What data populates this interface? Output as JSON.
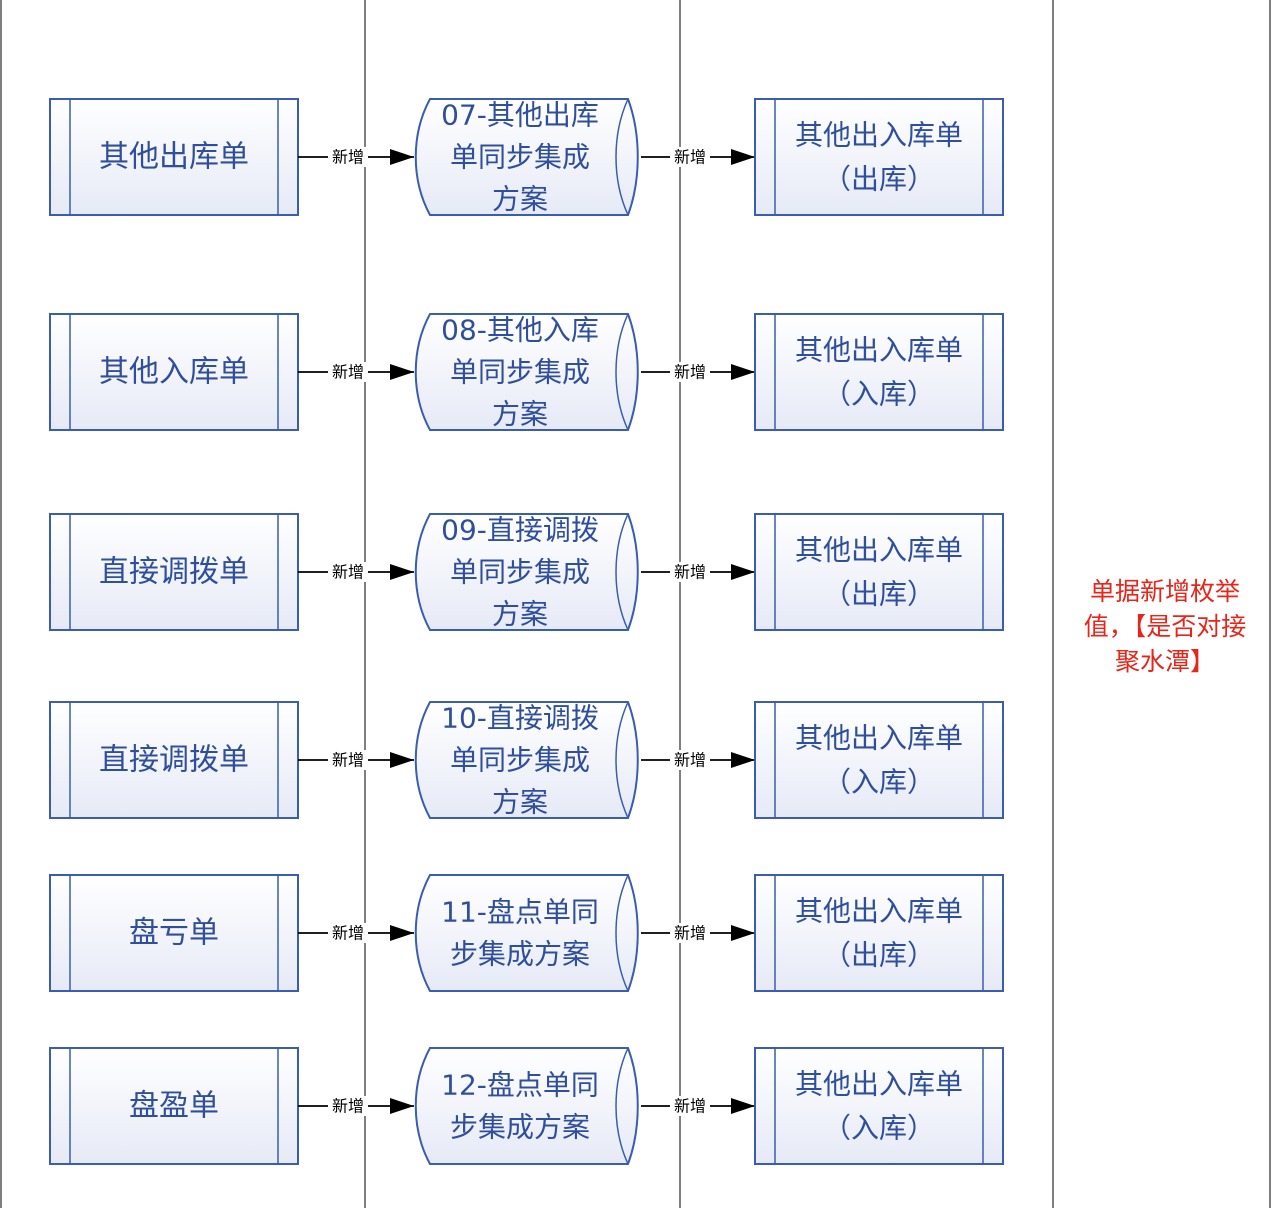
{
  "rows": [
    {
      "source": "其他出库单",
      "arrow1_label": "新增",
      "scheme_lines": [
        "07-其他出库",
        "单同步集成",
        "方案"
      ],
      "arrow2_label": "新增",
      "target_lines": [
        "其他出入库单",
        "（出库）"
      ]
    },
    {
      "source": "其他入库单",
      "arrow1_label": "新增",
      "scheme_lines": [
        "08-其他入库",
        "单同步集成",
        "方案"
      ],
      "arrow2_label": "新增",
      "target_lines": [
        "其他出入库单",
        "（入库）"
      ]
    },
    {
      "source": "直接调拨单",
      "arrow1_label": "新增",
      "scheme_lines": [
        "09-直接调拨",
        "单同步集成",
        "方案"
      ],
      "arrow2_label": "新增",
      "target_lines": [
        "其他出入库单",
        "（出库）"
      ]
    },
    {
      "source": "直接调拨单",
      "arrow1_label": "新增",
      "scheme_lines": [
        "10-直接调拨",
        "单同步集成",
        "方案"
      ],
      "arrow2_label": "新增",
      "target_lines": [
        "其他出入库单",
        "（入库）"
      ]
    },
    {
      "source": "盘亏单",
      "arrow1_label": "新增",
      "scheme_lines": [
        "11-盘点单同",
        "步集成方案"
      ],
      "arrow2_label": "新增",
      "target_lines": [
        "其他出入库单",
        "（出库）"
      ]
    },
    {
      "source": "盘盈单",
      "arrow1_label": "新增",
      "scheme_lines": [
        "12-盘点单同",
        "步集成方案"
      ],
      "arrow2_label": "新增",
      "target_lines": [
        "其他出入库单",
        "（入库）"
      ]
    }
  ],
  "note_lines": [
    "单据新增枚举",
    "值，【是否对接",
    "聚水潭】"
  ],
  "colors": {
    "box_stroke": "#3a5db0",
    "box_fill_edge": "#e6eaf6",
    "text": "#2f4f9c",
    "line": "#555555",
    "arrow": "#000000",
    "note": "#e8251b"
  }
}
